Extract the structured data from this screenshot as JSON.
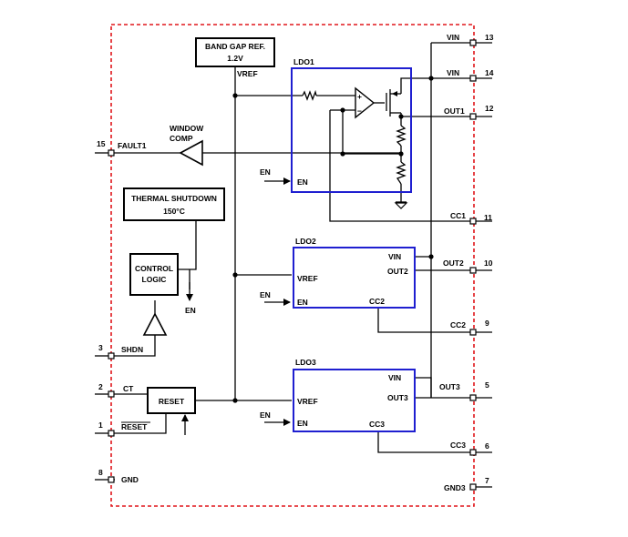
{
  "blocks": {
    "bandgap_title": "BAND GAP REF.",
    "bandgap_value": "1.2V",
    "vref": "VREF",
    "ldo1": "LDO1",
    "ldo2": "LDO2",
    "ldo3": "LDO3",
    "window_comp_line1": "WINDOW",
    "window_comp_line2": "COMP",
    "thermal_line1": "THERMAL SHUTDOWN",
    "thermal_line2": "150°C",
    "control_line1": "CONTROL",
    "control_line2": "LOGIC",
    "reset_block": "RESET",
    "en": "EN",
    "vin": "VIN",
    "out2_internal": "OUT2",
    "out3_internal": "OUT3",
    "cc2_internal": "CC2",
    "cc3_internal": "CC3"
  },
  "pins_right": [
    {
      "label": "VIN",
      "number": "13"
    },
    {
      "label": "VIN",
      "number": "14"
    },
    {
      "label": "OUT1",
      "number": "12"
    },
    {
      "label": "CC1",
      "number": "11"
    },
    {
      "label": "OUT2",
      "number": "10"
    },
    {
      "label": "CC2",
      "number": "9"
    },
    {
      "label": "OUT3",
      "number": "5"
    },
    {
      "label": "CC3",
      "number": "6"
    },
    {
      "label": "GND3",
      "number": "7"
    }
  ],
  "pins_left": [
    {
      "label": "FAULT1",
      "number": "15"
    },
    {
      "label": "SHDN",
      "number": "3"
    },
    {
      "label": "CT",
      "number": "2"
    },
    {
      "label": "RESET",
      "number": "1"
    },
    {
      "label": "GND",
      "number": "8"
    }
  ],
  "op_amp_plus": "+",
  "op_amp_minus": "−",
  "colors": {
    "boundary": "#e0161b",
    "ldo_box": "#1f1fd0",
    "wire": "#000000"
  }
}
